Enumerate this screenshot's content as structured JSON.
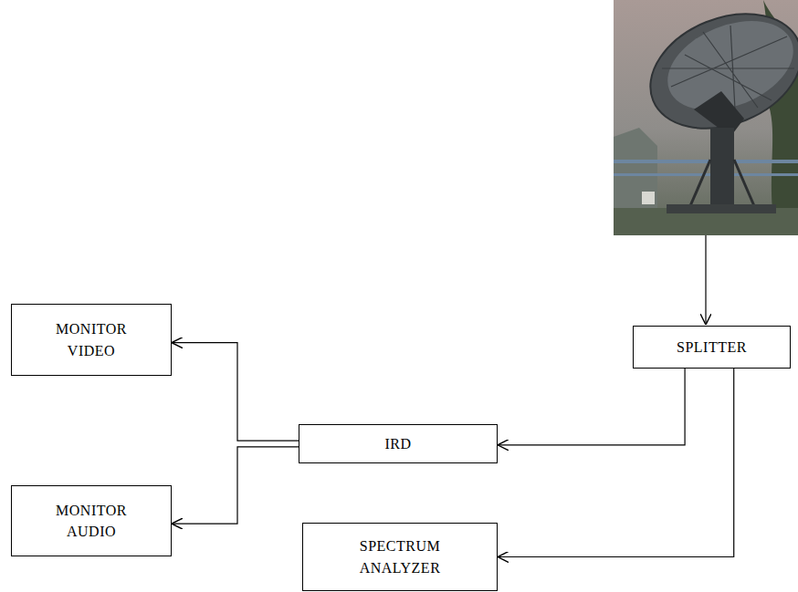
{
  "diagram": {
    "nodes": [
      {
        "text": [
          "MONITOR VIDEO"
        ]
      },
      {
        "text": [
          "SPLITTER"
        ]
      },
      {
        "text": [
          "IRD"
        ]
      },
      {
        "text": [
          "MONITOR AUDIO"
        ]
      },
      {
        "text": [
          "SPECTRUM ANALYZER"
        ]
      }
    ],
    "edges": [
      {
        "from": 1,
        "to": 2,
        "arrow": "to"
      },
      {
        "from": 1,
        "to": 4,
        "arrow": "to"
      },
      {
        "from": 2,
        "to": 0,
        "arrow": "to"
      },
      {
        "from": 2,
        "to": 3,
        "arrow": "to"
      }
    ]
  }
}
